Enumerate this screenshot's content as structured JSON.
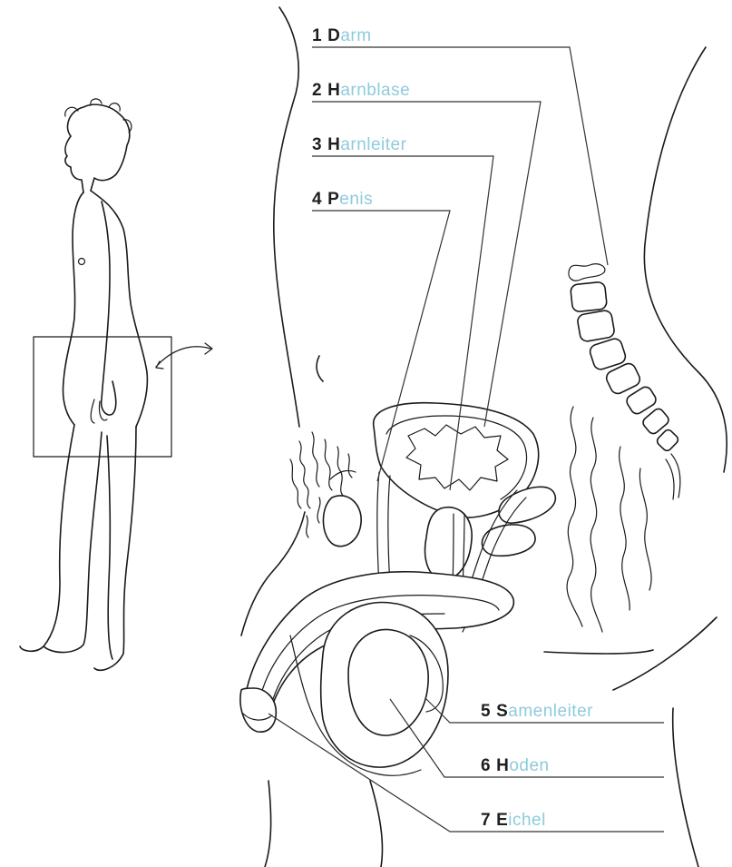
{
  "labels": [
    {
      "num": "1",
      "initial": "D",
      "rest": "arm"
    },
    {
      "num": "2",
      "initial": "H",
      "rest": "arnblase"
    },
    {
      "num": "3",
      "initial": "H",
      "rest": "arnleiter"
    },
    {
      "num": "4",
      "initial": "P",
      "rest": "enis"
    },
    {
      "num": "5",
      "initial": "S",
      "rest": "amenleiter"
    },
    {
      "num": "6",
      "initial": "H",
      "rest": "oden"
    },
    {
      "num": "7",
      "initial": "E",
      "rest": "ichel"
    }
  ],
  "colors": {
    "initial": "#1f1f1f",
    "label_text": "#8ecbdc",
    "line": "#1a1a1a"
  }
}
